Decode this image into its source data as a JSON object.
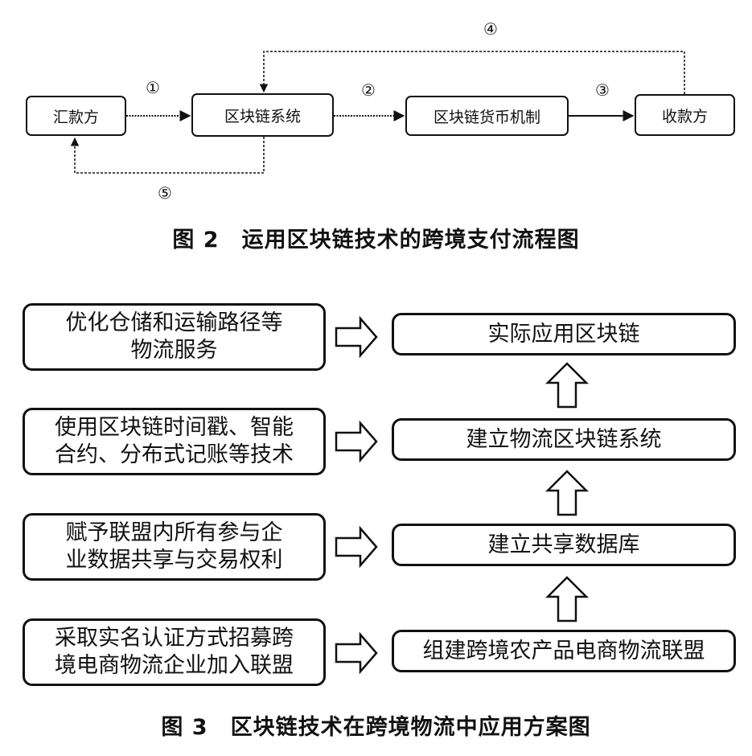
{
  "figure2": {
    "caption": "图 2　运用区块链技术的跨境支付流程图",
    "nodes": [
      "汇款方",
      "区块链系统",
      "区块链货币机制",
      "收款方"
    ],
    "steps": [
      "①",
      "②",
      "③",
      "④",
      "⑤"
    ]
  },
  "figure3": {
    "caption": "图 3　区块链技术在跨境物流中应用方案图",
    "left": [
      [
        "优化仓储和运输路径等",
        "物流服务"
      ],
      [
        "使用区块链时间戳、智能",
        "合约、分布式记账等技术"
      ],
      [
        "赋予联盟内所有参与企",
        "业数据共享与交易权利"
      ],
      [
        "采取实名认证方式招募跨",
        "境电商物流企业加入联盟"
      ]
    ],
    "right": [
      "实际应用区块链",
      "建立物流区块链系统",
      "建立共享数据库",
      "组建跨境农产品电商物流联盟"
    ]
  }
}
